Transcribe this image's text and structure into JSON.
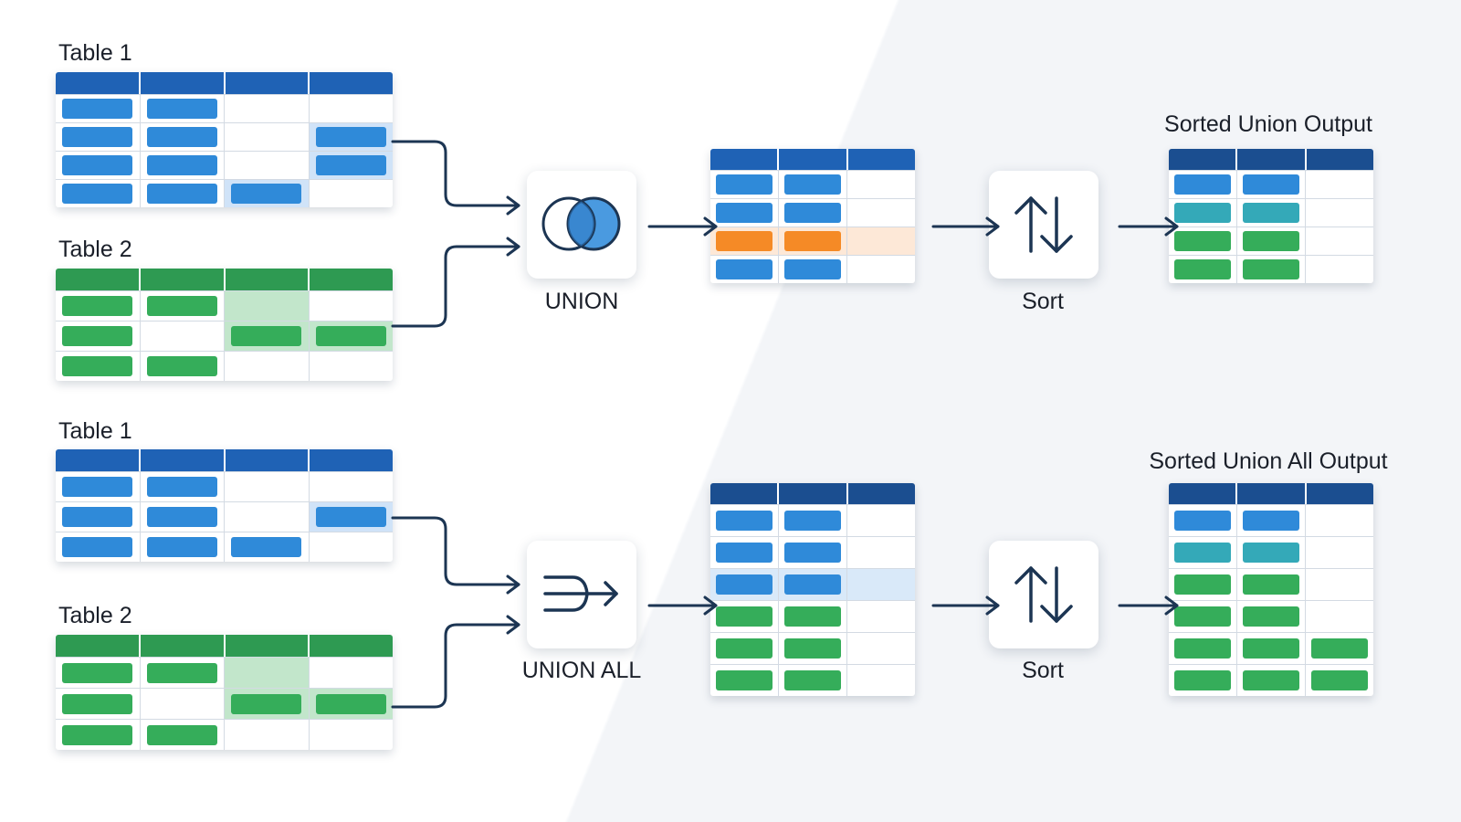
{
  "colors": {
    "blue_header": "#1f62b5",
    "blue_header_dark": "#1b4e90",
    "green_header": "#2e9a52",
    "blue_pill": "#2f8ad9",
    "green_pill": "#35ad5a",
    "orange_pill": "#f58a26",
    "teal_pill": "#34a9b8",
    "line": "#1c3553"
  },
  "union_section": {
    "table1_label": "Table 1",
    "table2_label": "Table 2",
    "operation_label": "UNION",
    "operation_icon": "venn-diagram-icon",
    "sort_label": "Sort",
    "sort_icon": "sort-arrows-icon",
    "output_label": "Sorted Union Output"
  },
  "union_all_section": {
    "table1_label": "Table 1",
    "table2_label": "Table 2",
    "operation_label": "UNION ALL",
    "operation_icon": "merge-arrows-icon",
    "sort_label": "Sort",
    "sort_icon": "sort-arrows-icon",
    "output_label": "Sorted Union All Output"
  }
}
